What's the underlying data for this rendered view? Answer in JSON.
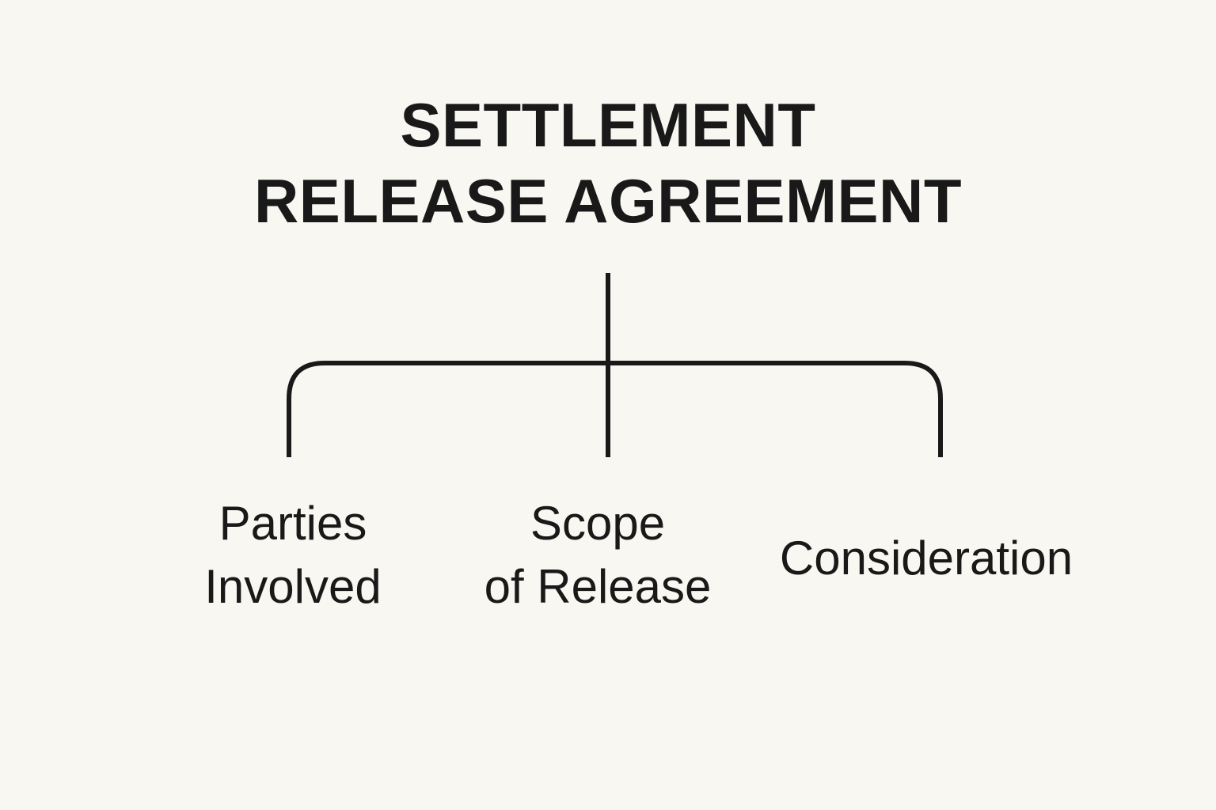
{
  "colors": {
    "background": "#f8f7f1",
    "ink": "#191919"
  },
  "diagram": {
    "title": {
      "line1": "SETTLEMENT",
      "line2": "RELEASE AGREEMENT"
    },
    "nodes": [
      {
        "line1": "Parties",
        "line2": "Involved"
      },
      {
        "line1": "Scope",
        "line2": "of Release"
      },
      {
        "line1": "Consideration",
        "line2": ""
      }
    ]
  }
}
